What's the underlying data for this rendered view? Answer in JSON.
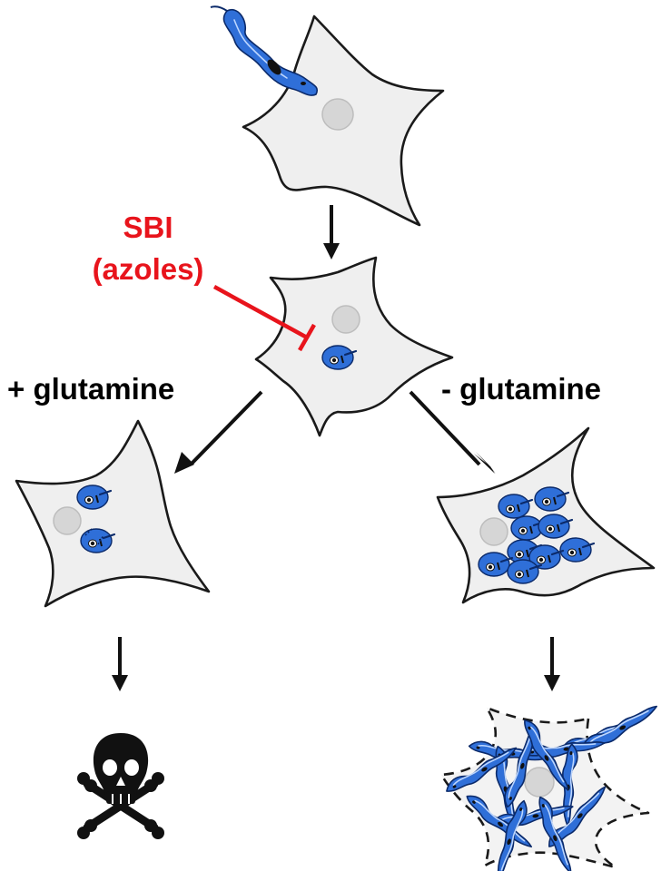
{
  "labels": {
    "drug_line1": "SBI",
    "drug_line2": "(azoles)",
    "with_glutamine": "+ glutamine",
    "without_glutamine": "- glutamine"
  },
  "colors": {
    "parasite": "#2f6fd8",
    "drug": "#e8141c",
    "cell": "#efefef"
  },
  "icons": {
    "outcome_left": "skull-crossbones-icon"
  }
}
